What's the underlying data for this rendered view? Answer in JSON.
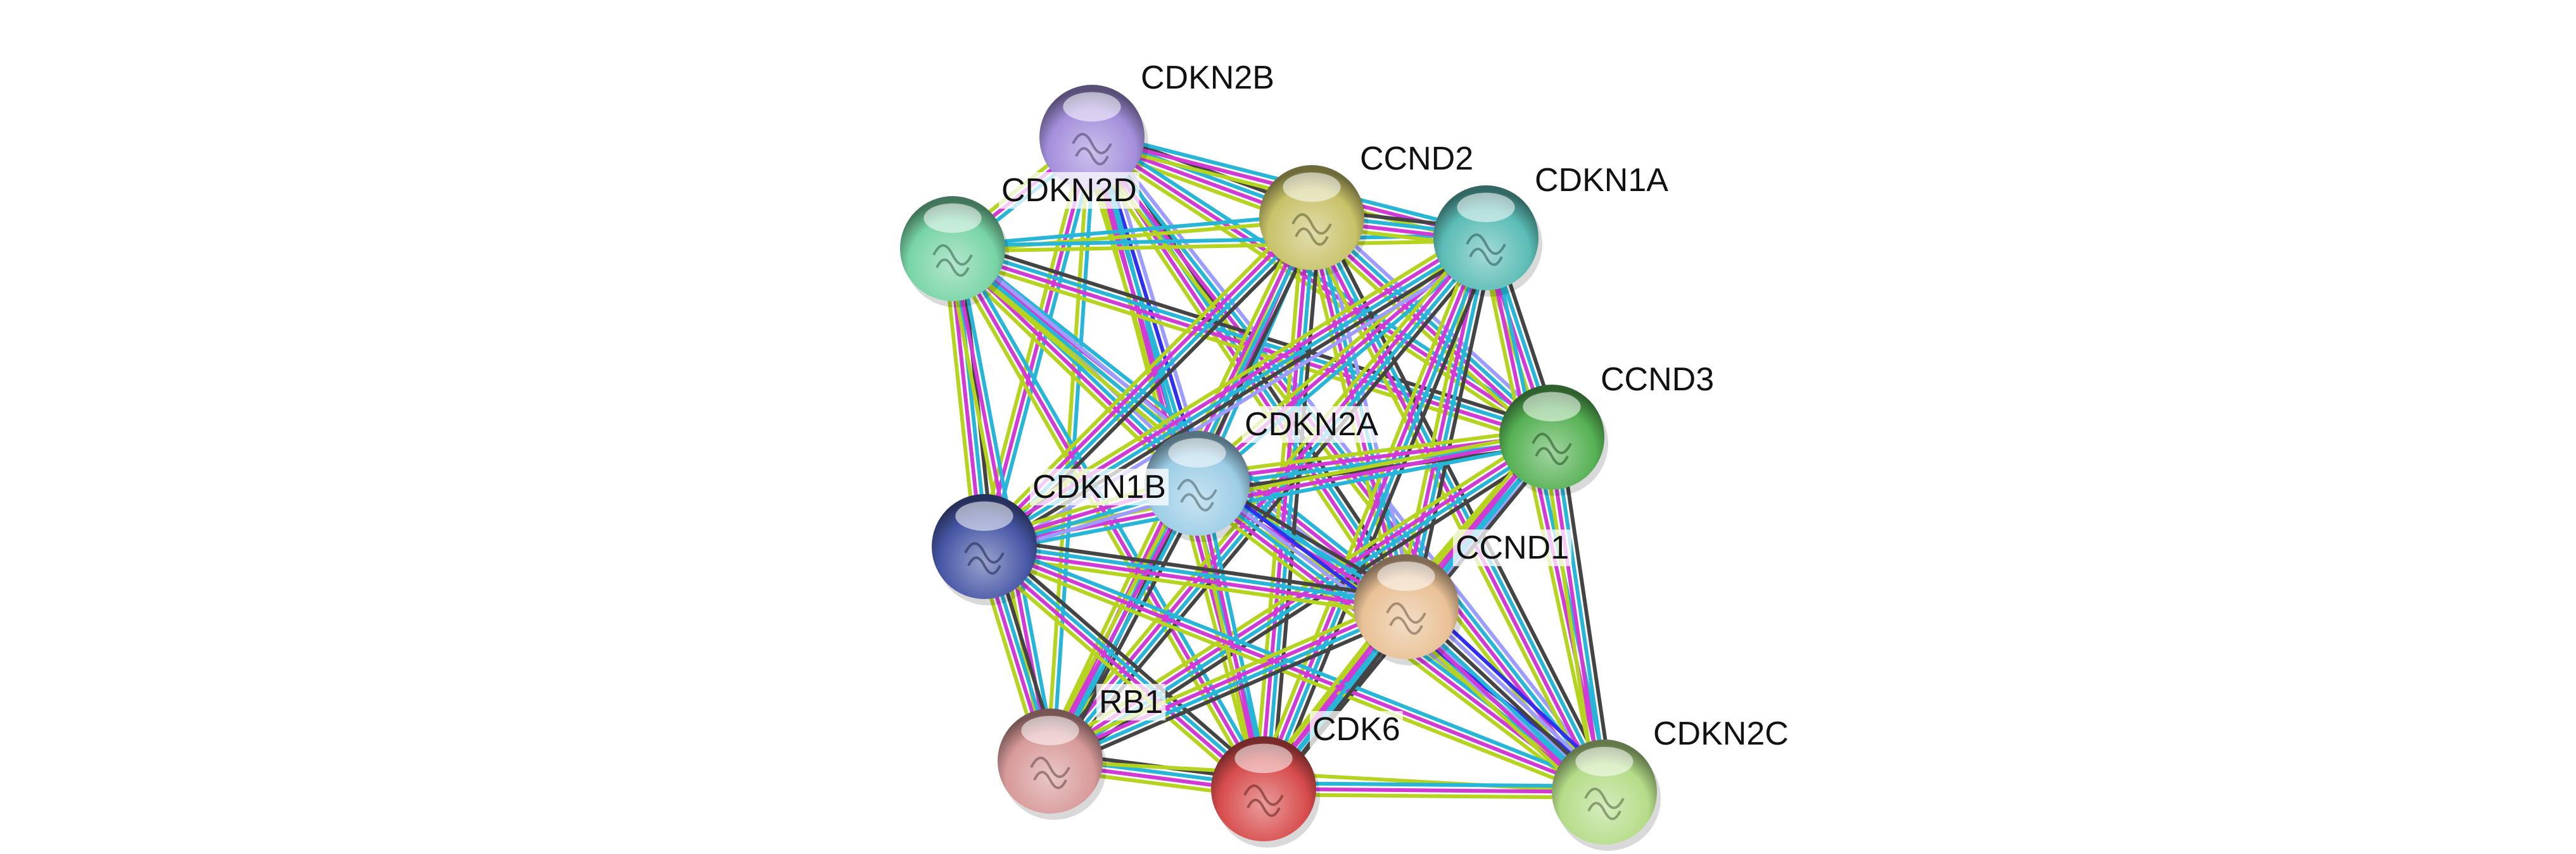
{
  "network": {
    "nodes": [
      {
        "id": "2B",
        "label": "CDKN2B",
        "color": "#a48fdc"
      },
      {
        "id": "2D",
        "label": "CDKN2D",
        "color": "#78d4a6"
      },
      {
        "id": "D2",
        "label": "CCND2",
        "color": "#c8c26a"
      },
      {
        "id": "1A",
        "label": "CDKN1A",
        "color": "#5bbcb6"
      },
      {
        "id": "D3",
        "label": "CCND3",
        "color": "#56b154"
      },
      {
        "id": "2A",
        "label": "CDKN2A",
        "color": "#9ccde6"
      },
      {
        "id": "1B",
        "label": "CDKN1B",
        "color": "#4757a6"
      },
      {
        "id": "D1",
        "label": "CCND1",
        "color": "#e9c196"
      },
      {
        "id": "RB",
        "label": "RB1",
        "color": "#d89a9a"
      },
      {
        "id": "K6",
        "label": "CDK6",
        "color": "#d84c4c"
      },
      {
        "id": "2C",
        "label": "CDKN2C",
        "color": "#b4dc88"
      }
    ],
    "evidence_colors": {
      "h": "#9d9dff",
      "o": "#3030ee",
      "c": "#444444",
      "d": "#27b5d8",
      "e": "#d23ad6",
      "t": "#b6d320"
    },
    "edges": [
      [
        "2B",
        "2D",
        "det"
      ],
      [
        "2B",
        "D2",
        "cdet"
      ],
      [
        "2B",
        "1A",
        "det"
      ],
      [
        "2B",
        "D3",
        "det"
      ],
      [
        "2B",
        "2A",
        "hodet"
      ],
      [
        "2B",
        "1B",
        "det"
      ],
      [
        "2B",
        "D1",
        "cdet"
      ],
      [
        "2B",
        "RB",
        "dt"
      ],
      [
        "2B",
        "K6",
        "det"
      ],
      [
        "2B",
        "2C",
        "hdet"
      ],
      [
        "2D",
        "D2",
        "dt"
      ],
      [
        "2D",
        "1A",
        "dt"
      ],
      [
        "2D",
        "D3",
        "cdet"
      ],
      [
        "2D",
        "2A",
        "hdet"
      ],
      [
        "2D",
        "1B",
        "cdet"
      ],
      [
        "2D",
        "D1",
        "det"
      ],
      [
        "2D",
        "RB",
        "det"
      ],
      [
        "2D",
        "K6",
        "det"
      ],
      [
        "2D",
        "2C",
        "hdt"
      ],
      [
        "D2",
        "1A",
        "cdet"
      ],
      [
        "D2",
        "D3",
        "hdet"
      ],
      [
        "D2",
        "2A",
        "det"
      ],
      [
        "D2",
        "1B",
        "cdet"
      ],
      [
        "D2",
        "D1",
        "hdet"
      ],
      [
        "D2",
        "RB",
        "cdet"
      ],
      [
        "D2",
        "K6",
        "cdet"
      ],
      [
        "D2",
        "2C",
        "cdet"
      ],
      [
        "1A",
        "D3",
        "cdet"
      ],
      [
        "1A",
        "2A",
        "det"
      ],
      [
        "1A",
        "1B",
        "hcdet"
      ],
      [
        "1A",
        "D1",
        "cdet"
      ],
      [
        "1A",
        "RB",
        "cdet"
      ],
      [
        "1A",
        "K6",
        "cdet"
      ],
      [
        "1A",
        "2C",
        "det"
      ],
      [
        "D3",
        "2A",
        "cdet"
      ],
      [
        "D3",
        "1B",
        "det"
      ],
      [
        "D3",
        "D1",
        "hdet"
      ],
      [
        "D3",
        "RB",
        "cdet"
      ],
      [
        "D3",
        "K6",
        "cdet"
      ],
      [
        "D3",
        "2C",
        "cdet"
      ],
      [
        "2A",
        "1B",
        "hdet"
      ],
      [
        "2A",
        "D1",
        "cdet"
      ],
      [
        "2A",
        "RB",
        "cdet"
      ],
      [
        "2A",
        "K6",
        "det"
      ],
      [
        "2A",
        "2C",
        "ohdet"
      ],
      [
        "1B",
        "D1",
        "cdet"
      ],
      [
        "1B",
        "RB",
        "cdet"
      ],
      [
        "1B",
        "K6",
        "cdet"
      ],
      [
        "1B",
        "2C",
        "det"
      ],
      [
        "D1",
        "RB",
        "cdet"
      ],
      [
        "D1",
        "K6",
        "cdet"
      ],
      [
        "D1",
        "2C",
        "ohcdet"
      ],
      [
        "RB",
        "K6",
        "cdet"
      ],
      [
        "RB",
        "2C",
        "t"
      ],
      [
        "K6",
        "2C",
        "det"
      ]
    ]
  }
}
